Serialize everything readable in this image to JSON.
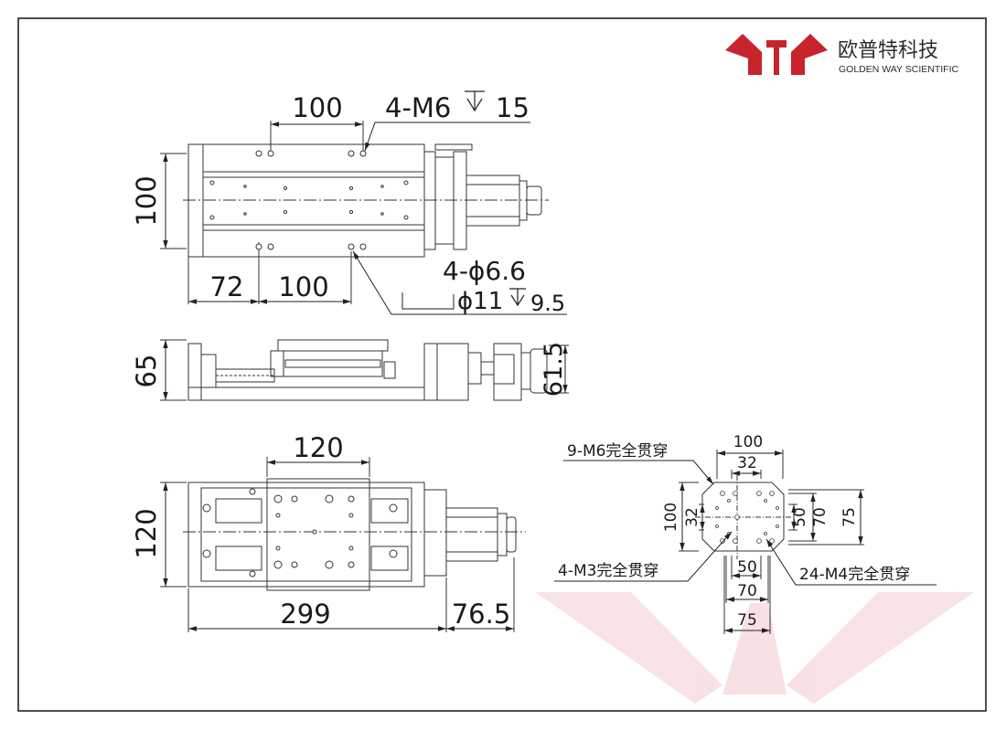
{
  "brand": {
    "name_cn": "欧普特科技",
    "name_en": "GOLDEN WAY SCIENTIFIC",
    "accent_color": "#c8242b"
  },
  "top_view": {
    "dim_top_width": "100",
    "hole_callout": "4-M6",
    "hole_depth": "15",
    "dim_side_height": "100",
    "dim_bottom_left": "72",
    "dim_bottom_right": "100",
    "cbore_callout": "4-ϕ6.6",
    "cbore_diameter": "ϕ11",
    "cbore_depth": "9.5"
  },
  "side_view": {
    "dim_total_height": "65",
    "dim_right_height": "61.5"
  },
  "bottom_view": {
    "dim_table_width": "120",
    "dim_side_height": "120",
    "dim_total_length": "299",
    "dim_motor_length": "76.5"
  },
  "detail_view": {
    "dim_top_100": "100",
    "dim_top_32": "32",
    "dim_left_100": "100",
    "dim_left_32": "32",
    "dim_right_50": "50",
    "dim_right_70": "70",
    "dim_right_75": "75",
    "dim_bottom_50": "50",
    "dim_bottom_70": "70",
    "dim_bottom_75": "75",
    "callout_m6": "9-M6完全贯穿",
    "callout_m3": "4-M3完全贯穿",
    "callout_m4": "24-M4完全贯穿"
  }
}
